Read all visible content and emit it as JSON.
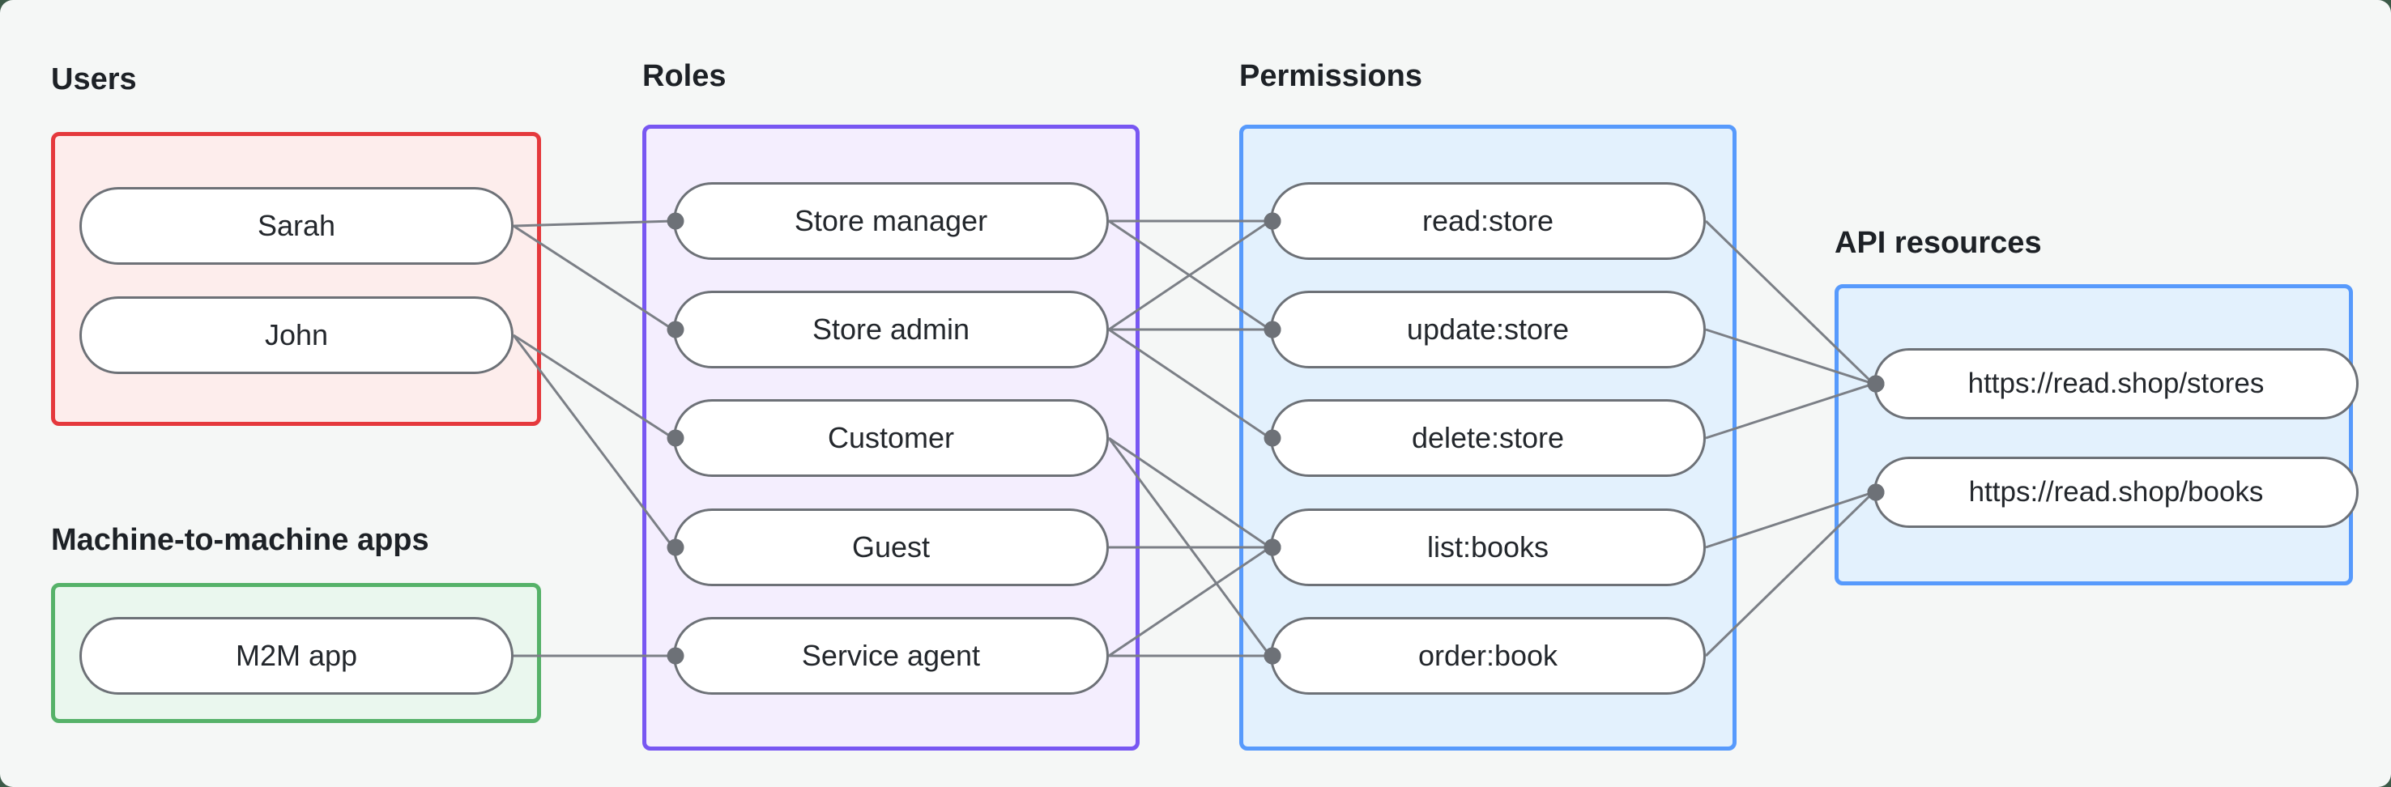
{
  "groups": {
    "users": {
      "label": "Users"
    },
    "m2m": {
      "label": "Machine-to-machine apps"
    },
    "roles": {
      "label": "Roles"
    },
    "permissions": {
      "label": "Permissions"
    },
    "api_resources": {
      "label": "API resources"
    }
  },
  "nodes": {
    "sarah": {
      "label": "Sarah",
      "group": "users"
    },
    "john": {
      "label": "John",
      "group": "users"
    },
    "m2m-app": {
      "label": "M2M app",
      "group": "m2m"
    },
    "store-manager": {
      "label": "Store manager",
      "group": "roles"
    },
    "store-admin": {
      "label": "Store admin",
      "group": "roles"
    },
    "customer": {
      "label": "Customer",
      "group": "roles"
    },
    "guest": {
      "label": "Guest",
      "group": "roles"
    },
    "service-agent": {
      "label": "Service agent",
      "group": "roles"
    },
    "read-store": {
      "label": "read:store",
      "group": "permissions"
    },
    "update-store": {
      "label": "update:store",
      "group": "permissions"
    },
    "delete-store": {
      "label": "delete:store",
      "group": "permissions"
    },
    "list-books": {
      "label": "list:books",
      "group": "permissions"
    },
    "order-book": {
      "label": "order:book",
      "group": "permissions"
    },
    "stores-resource": {
      "label": "https://read.shop/stores",
      "group": "api_resources"
    },
    "books-resource": {
      "label": "https://read.shop/books",
      "group": "api_resources"
    }
  },
  "edges": [
    {
      "from": "sarah",
      "to": "store-manager"
    },
    {
      "from": "sarah",
      "to": "store-admin"
    },
    {
      "from": "john",
      "to": "customer"
    },
    {
      "from": "john",
      "to": "guest"
    },
    {
      "from": "m2m-app",
      "to": "service-agent"
    },
    {
      "from": "store-manager",
      "to": "read-store"
    },
    {
      "from": "store-manager",
      "to": "update-store"
    },
    {
      "from": "store-admin",
      "to": "read-store"
    },
    {
      "from": "store-admin",
      "to": "update-store"
    },
    {
      "from": "store-admin",
      "to": "delete-store"
    },
    {
      "from": "customer",
      "to": "list-books"
    },
    {
      "from": "customer",
      "to": "order-book"
    },
    {
      "from": "guest",
      "to": "list-books"
    },
    {
      "from": "service-agent",
      "to": "list-books"
    },
    {
      "from": "service-agent",
      "to": "order-book"
    },
    {
      "from": "read-store",
      "to": "stores-resource"
    },
    {
      "from": "update-store",
      "to": "stores-resource"
    },
    {
      "from": "delete-store",
      "to": "stores-resource"
    },
    {
      "from": "list-books",
      "to": "books-resource"
    },
    {
      "from": "order-book",
      "to": "books-resource"
    }
  ],
  "colors": {
    "canvas_background": "#f5f7f6",
    "backdrop": "#3c5a48",
    "users_border": "#e5393d",
    "users_fill": "#fdedec",
    "m2m_border": "#56b269",
    "m2m_fill": "#eaf7ee",
    "roles_border": "#7857f2",
    "roles_fill": "#f4eefe",
    "permissions_border": "#579afc",
    "permissions_fill": "#e3f1fd",
    "node_border": "#6d7177",
    "node_fill": "#ffffff",
    "edge": "#7b7f86",
    "edge_dot": "#6d7177",
    "text": "#1d2126"
  }
}
